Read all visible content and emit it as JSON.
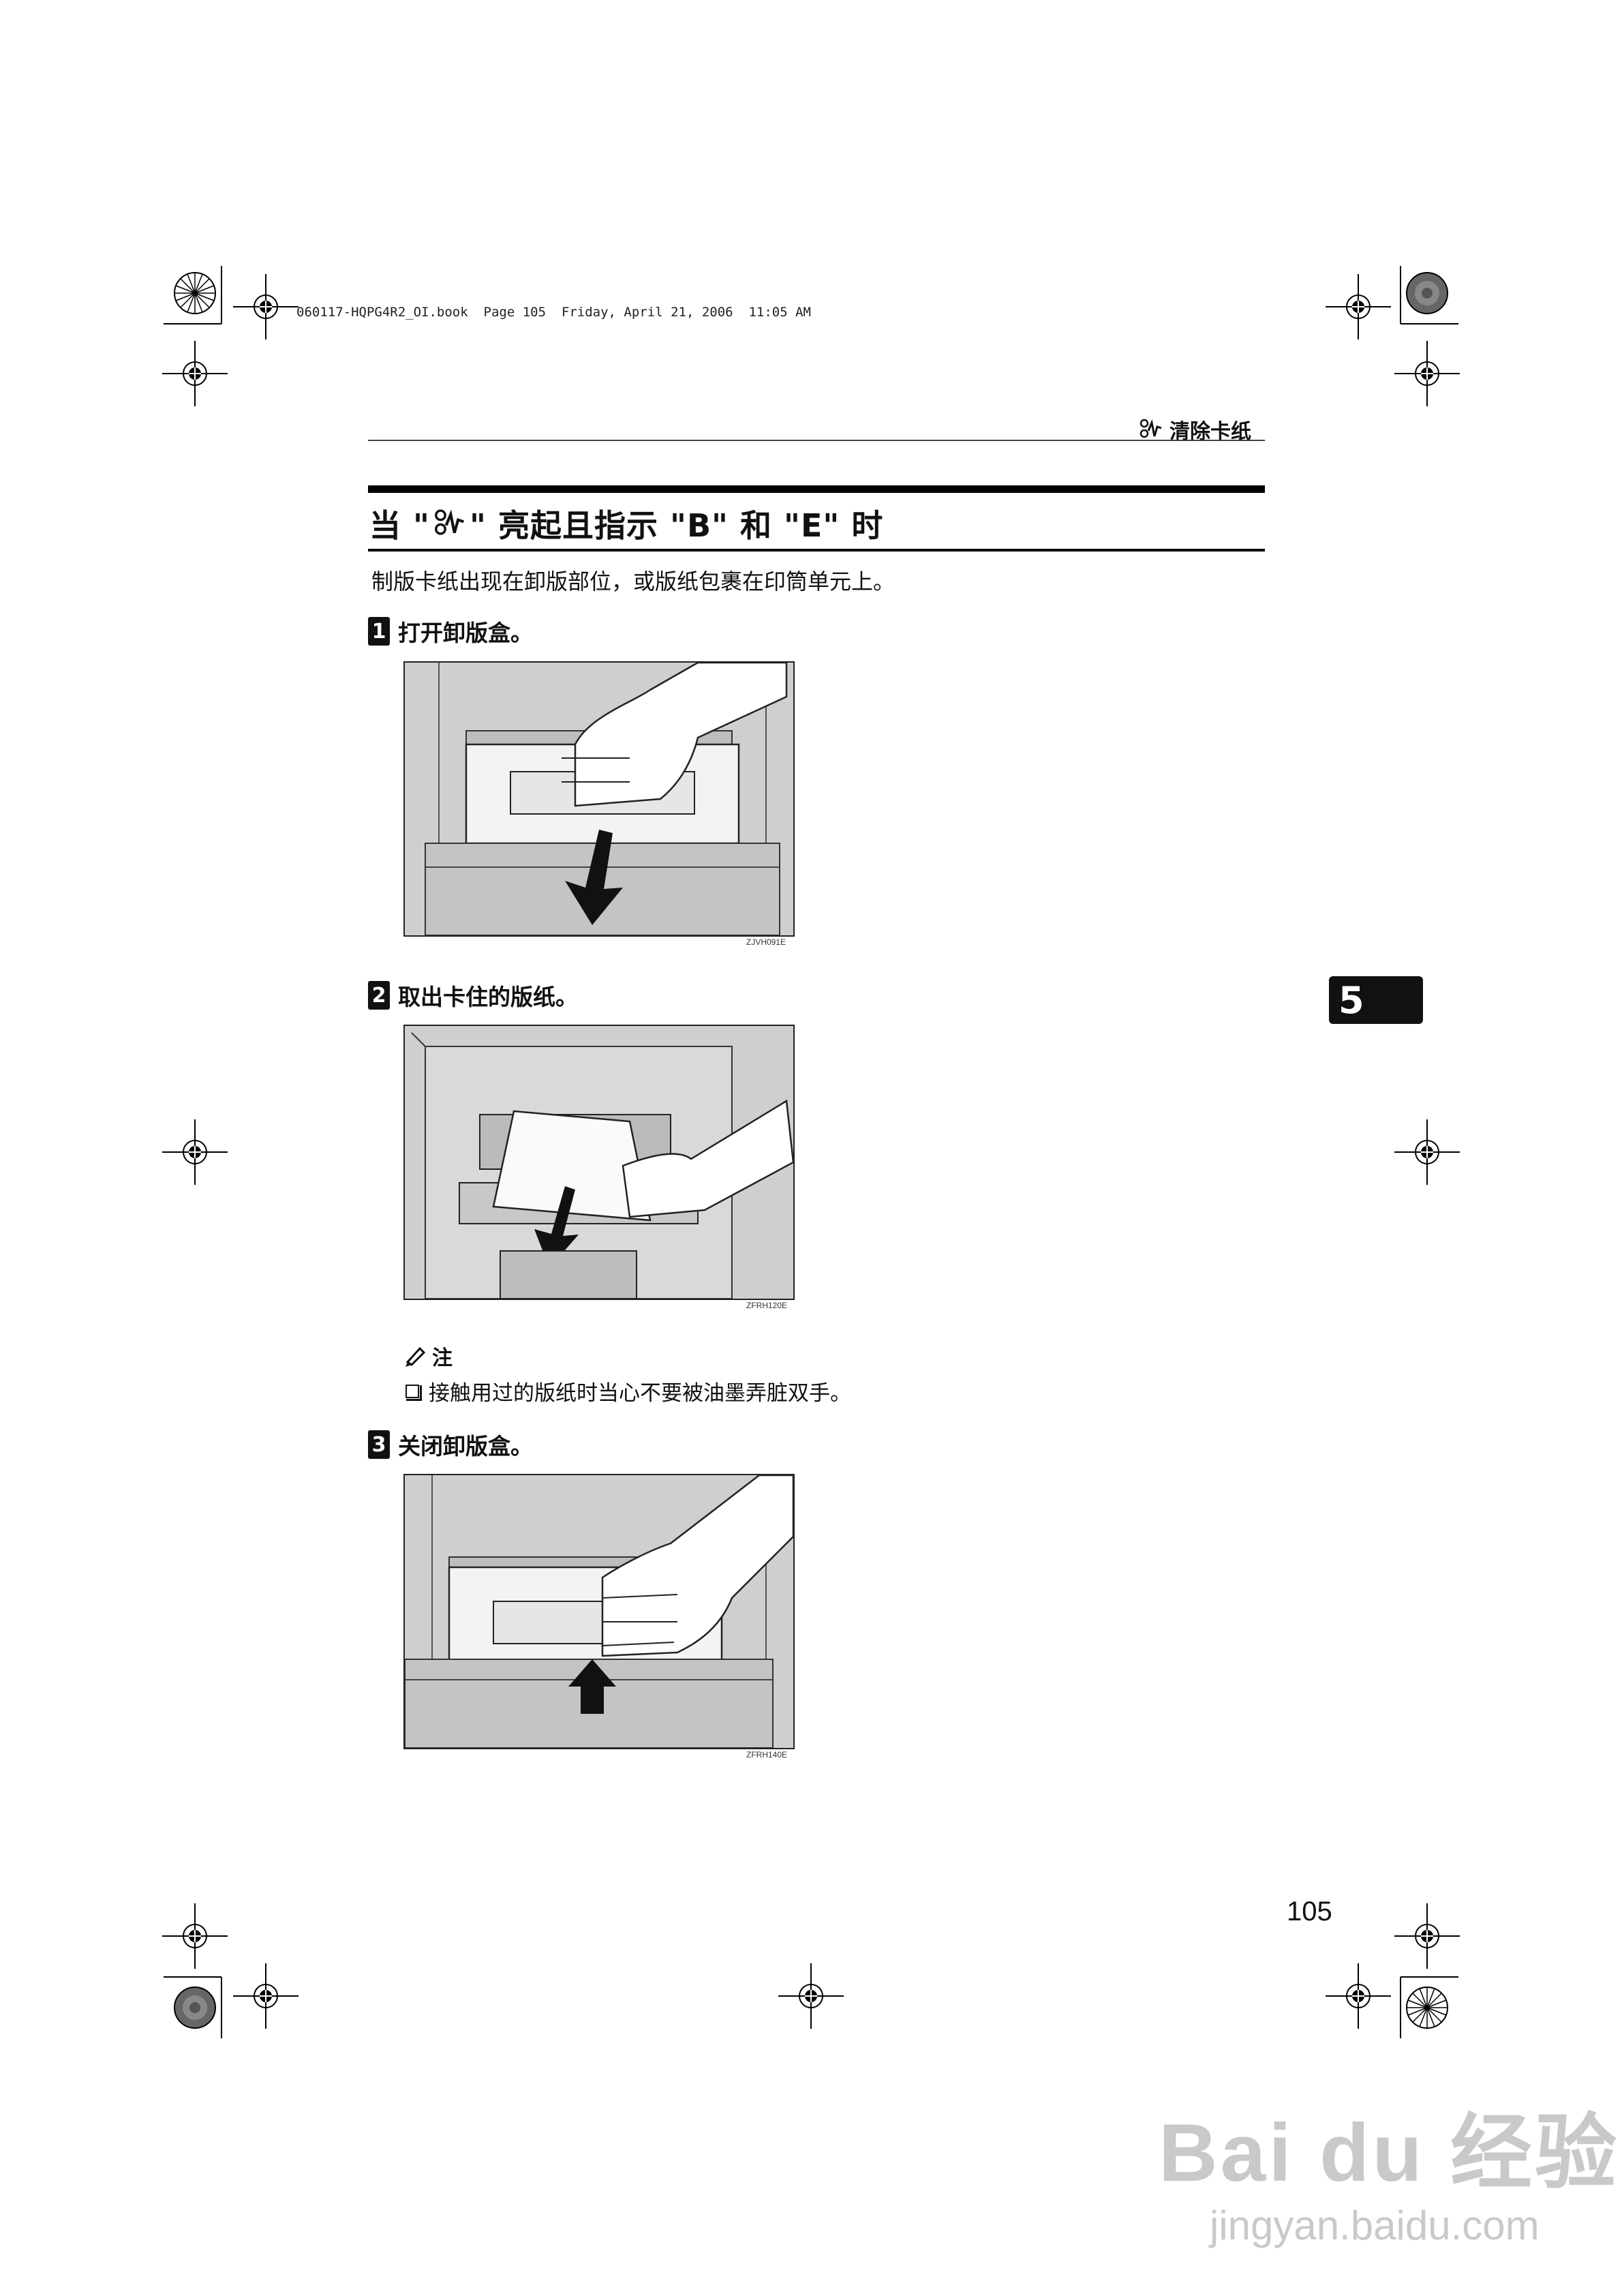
{
  "slug": "060117-HQPG4R2_OI.book  Page 105  Friday, April 21, 2006  11:05 AM",
  "running_header": "清除卡纸",
  "section_title": {
    "prefix": "当 \"",
    "suffix": "\" 亮起且指示 \"B\" 和 \"E\" 时"
  },
  "intro": "制版卡纸出现在卸版部位，或版纸包裹在印筒单元上。",
  "steps": [
    {
      "num": "1",
      "text": "打开卸版盒。",
      "figure_code": "ZJVH091E"
    },
    {
      "num": "2",
      "text": "取出卡住的版纸。",
      "figure_code": "ZFRH120E"
    },
    {
      "num": "3",
      "text": "关闭卸版盒。",
      "figure_code": "ZFRH140E"
    }
  ],
  "note": {
    "label": "注",
    "items": [
      "接触用过的版纸时当心不要被油墨弄脏双手。"
    ]
  },
  "chapter_tab": "5",
  "page_number": "105",
  "watermark": {
    "brand": "Bai du 经验",
    "url": "jingyan.baidu.com"
  },
  "icons": {
    "jam": "paper-jam-icon",
    "note": "pencil-icon",
    "checkbox": "checkbox-icon"
  }
}
